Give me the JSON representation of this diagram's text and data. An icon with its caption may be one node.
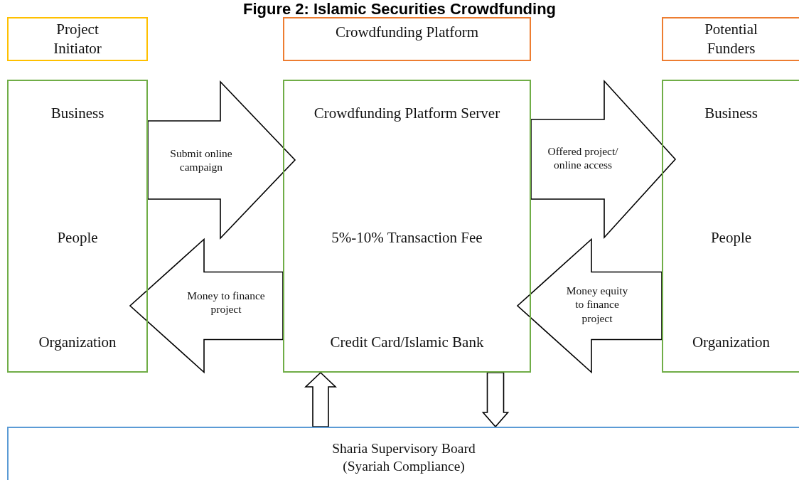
{
  "diagram": {
    "title": "Figure 2: Islamic Securities Crowdfunding",
    "nodes": [
      {
        "text": [
          "Project Initiator"
        ]
      },
      {
        "text": [
          "Crowdfunding Platform"
        ]
      },
      {
        "text": [
          "Potential Funders"
        ]
      },
      {
        "text": [
          "Business",
          "People",
          "Organization"
        ]
      },
      {
        "text": [
          "Crowdfunding Platform Server",
          "5%-10% Transaction Fee",
          "Credit Card/Islamic Bank"
        ]
      },
      {
        "text": [
          "Business",
          "People",
          "Organization"
        ]
      },
      {
        "text": [
          "Sharia Supervisory Board (Syariah Compliance)"
        ]
      }
    ],
    "edges": [
      {
        "from": 3,
        "to": 4,
        "arrow": "to",
        "label": "Submit online campaign"
      },
      {
        "from": 4,
        "to": 3,
        "arrow": "to",
        "label": "Money to finance project"
      },
      {
        "from": 4,
        "to": 5,
        "arrow": "to",
        "label": "Offered project/ online access"
      },
      {
        "from": 5,
        "to": 4,
        "arrow": "to",
        "label": "Money equity to finance project"
      },
      {
        "from": 6,
        "to": 4,
        "arrow": "to"
      },
      {
        "from": 4,
        "to": 6,
        "arrow": "to"
      }
    ]
  }
}
